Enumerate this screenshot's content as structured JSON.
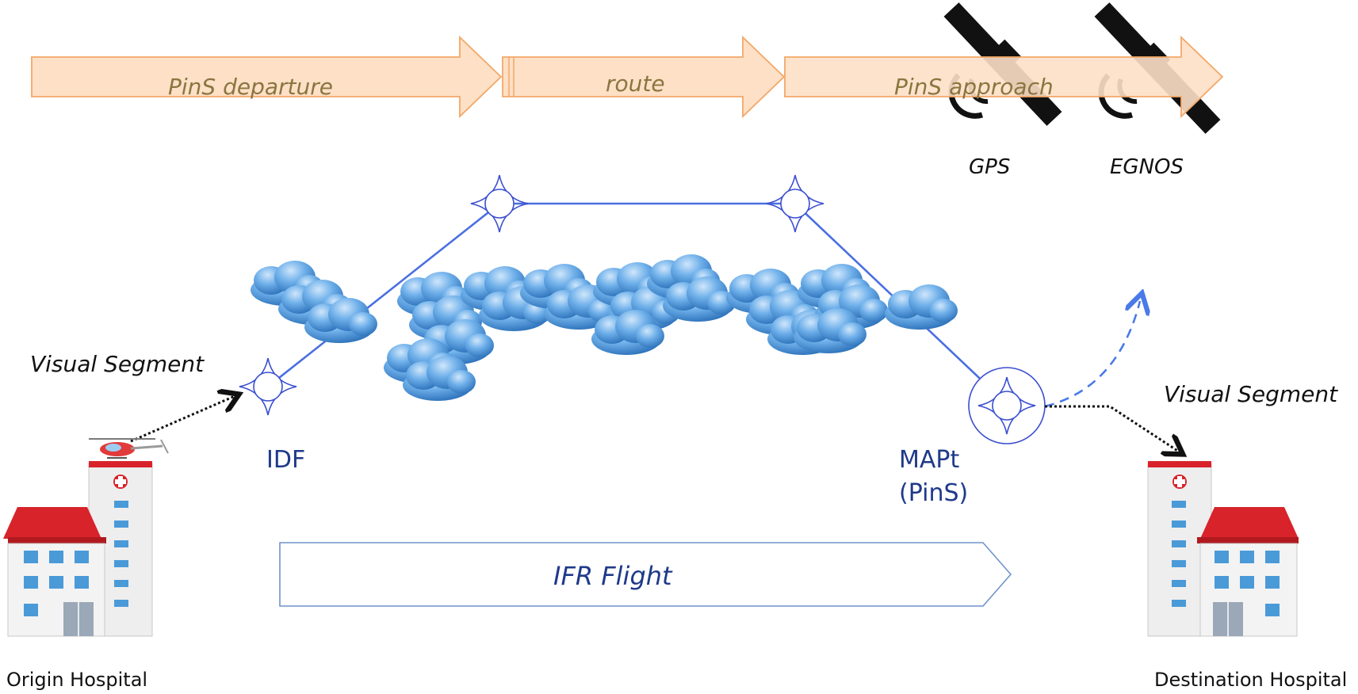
{
  "phases": {
    "departure": "PinS departure",
    "route": "route",
    "approach": "PinS approach"
  },
  "satellites": {
    "gps": "GPS",
    "egnos": "EGNOS"
  },
  "labels": {
    "visual_segment_left": "Visual Segment",
    "visual_segment_right": "Visual Segment",
    "idf": "IDF",
    "mapt_line1": "MAPt",
    "mapt_line2": "(PinS)",
    "ifr_flight": "IFR Flight",
    "origin": "Origin Hospital",
    "destination": "Destination Hospital"
  },
  "colors": {
    "phase_fill": "#fde0c6",
    "phase_stroke": "#f2a868",
    "route_line": "#4a6fe0",
    "waypoint": "#3b4fd0",
    "missed_approach": "#4a7ae8",
    "cloud": "#3f8fd4",
    "hospital_red": "#d8232a",
    "ifr_arrow_stroke": "#6f93c9"
  }
}
